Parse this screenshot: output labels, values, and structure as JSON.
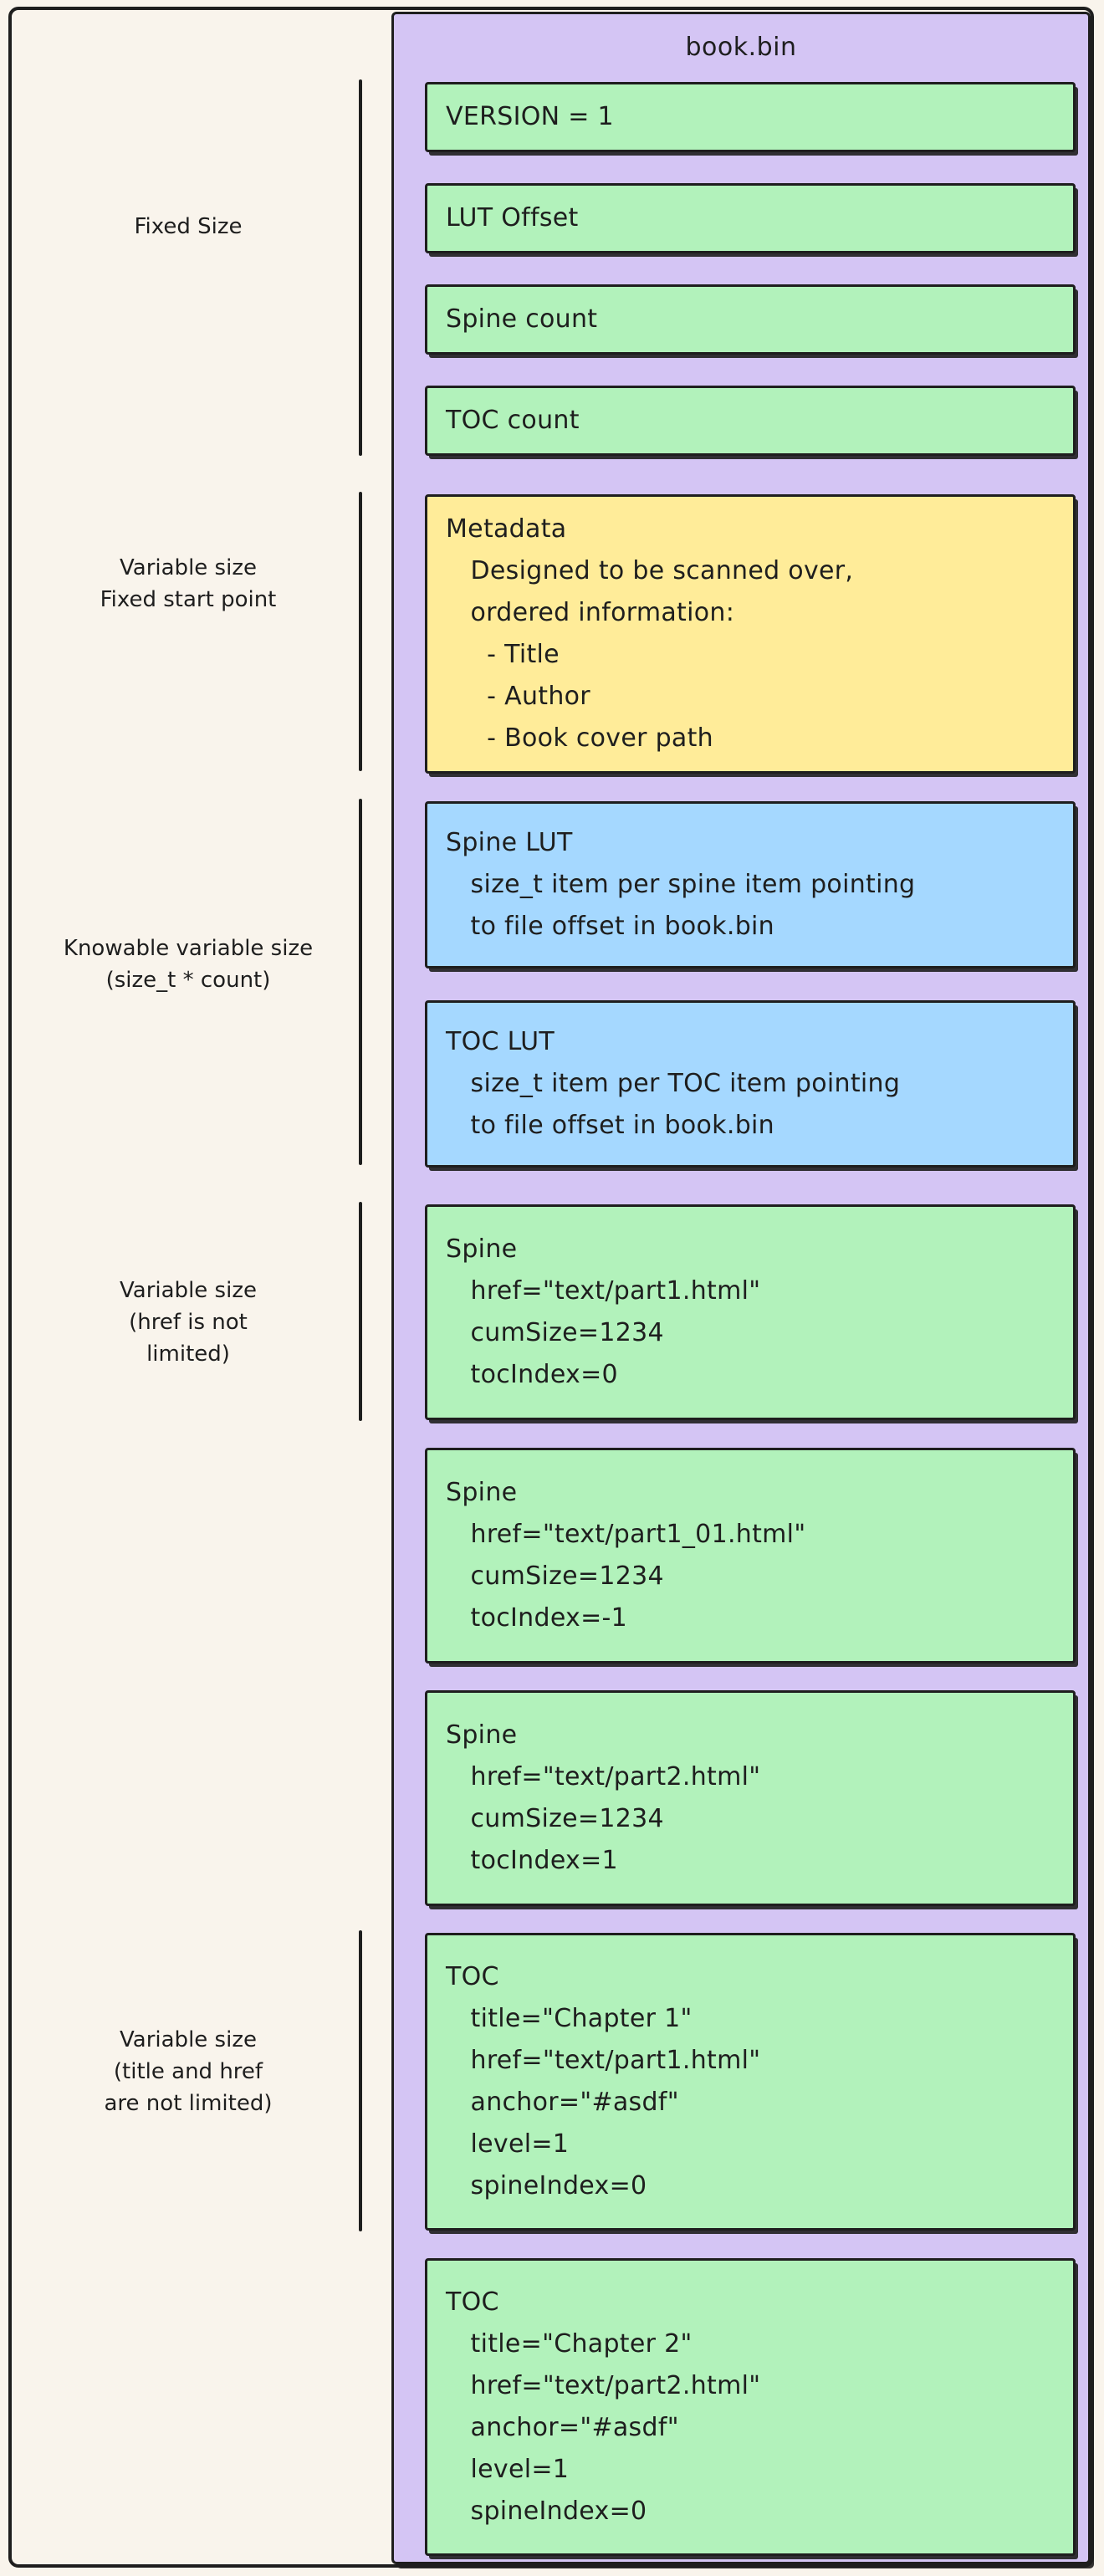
{
  "container": {
    "title": "book.bin"
  },
  "labels": [
    {
      "lines": [
        "Fixed Size"
      ]
    },
    {
      "lines": [
        "Variable size",
        "Fixed start point"
      ]
    },
    {
      "lines": [
        "Knowable variable size",
        "(size_t * count)"
      ]
    },
    {
      "lines": [
        "Variable size",
        "(href is not",
        "limited)"
      ]
    },
    {
      "lines": [
        "Variable size",
        "(title and href",
        "are not limited)"
      ]
    }
  ],
  "boxes": [
    {
      "name": "version",
      "color": "green",
      "lines": [
        "VERSION = 1"
      ]
    },
    {
      "name": "lut-offset",
      "color": "green",
      "lines": [
        "LUT Offset"
      ]
    },
    {
      "name": "spine-count",
      "color": "green",
      "lines": [
        "Spine count"
      ]
    },
    {
      "name": "toc-count",
      "color": "green",
      "lines": [
        "TOC count"
      ]
    },
    {
      "name": "metadata",
      "color": "yellow",
      "lines": [
        "Metadata",
        "   Designed to be scanned over,",
        "   ordered information:",
        "     - Title",
        "     - Author",
        "     - Book cover path"
      ]
    },
    {
      "name": "spine-lut",
      "color": "blue",
      "lines": [
        "Spine LUT",
        "   size_t item per spine item pointing",
        "   to file offset in book.bin"
      ]
    },
    {
      "name": "toc-lut",
      "color": "blue",
      "lines": [
        "TOC LUT",
        "   size_t item per TOC item pointing",
        "   to file offset in book.bin"
      ]
    },
    {
      "name": "spine-1",
      "color": "green",
      "lines": [
        "Spine",
        "   href=\"text/part1.html\"",
        "   cumSize=1234",
        "   tocIndex=0"
      ]
    },
    {
      "name": "spine-2",
      "color": "green",
      "lines": [
        "Spine",
        "   href=\"text/part1_01.html\"",
        "   cumSize=1234",
        "   tocIndex=-1"
      ]
    },
    {
      "name": "spine-3",
      "color": "green",
      "lines": [
        "Spine",
        "   href=\"text/part2.html\"",
        "   cumSize=1234",
        "   tocIndex=1"
      ]
    },
    {
      "name": "toc-1",
      "color": "green",
      "lines": [
        "TOC",
        "   title=\"Chapter 1\"",
        "   href=\"text/part1.html\"",
        "   anchor=\"#asdf\"",
        "   level=1",
        "   spineIndex=0"
      ]
    },
    {
      "name": "toc-2",
      "color": "green",
      "lines": [
        "TOC",
        "   title=\"Chapter 2\"",
        "   href=\"text/part2.html\"",
        "   anchor=\"#asdf\"",
        "   level=1",
        "   spineIndex=0"
      ]
    }
  ],
  "colors": {
    "green": "#b2f2bb",
    "yellow": "#ffec99",
    "blue": "#a5d8ff",
    "purple": "#d4c5f4",
    "stroke": "#1e1e1e",
    "background": "#f9f4ec"
  }
}
